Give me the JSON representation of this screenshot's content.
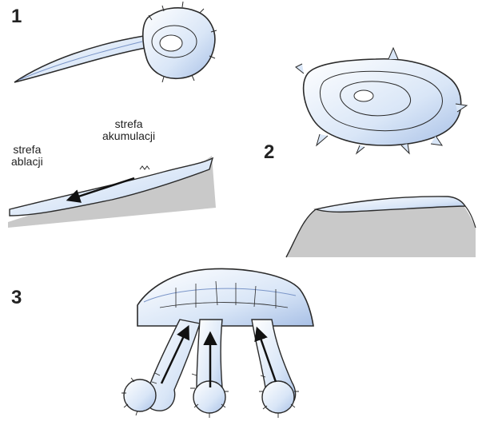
{
  "labels": {
    "fig1": "1",
    "fig2": "2",
    "fig3": "3",
    "ablation_zone": "strefa\nablacji",
    "accumulation_zone": "strefa\nakumulacji"
  },
  "colors": {
    "ice": "#d9e6f7",
    "ice_dark": "#a8c0e6",
    "outline": "#2a2a2a",
    "ground": "#c9c9c9"
  }
}
